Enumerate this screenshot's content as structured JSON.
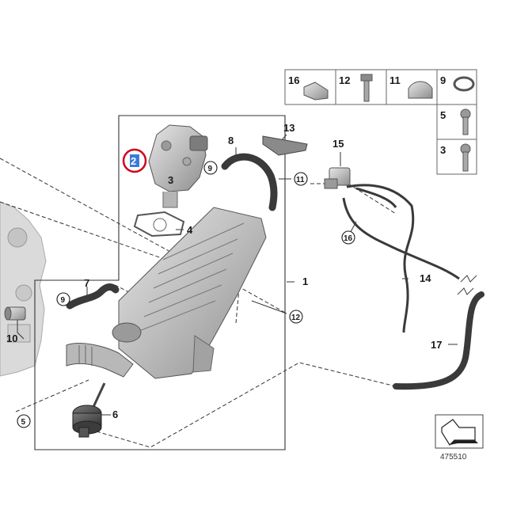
{
  "callouts": {
    "c1": "1",
    "c2": "2",
    "c3": "3",
    "c4": "4",
    "c6": "6",
    "c7": "7",
    "c8": "8",
    "c10": "10",
    "c13": "13",
    "c14": "14",
    "c15": "15",
    "c17": "17",
    "circ5": "5",
    "circ9a": "9",
    "circ9b": "9",
    "circ11": "11",
    "circ12": "12",
    "circ16": "16"
  },
  "parts_table": {
    "top": [
      "16",
      "12",
      "11",
      "9"
    ],
    "side": [
      "5",
      "3"
    ]
  },
  "diagram_number": "475510",
  "highlight_color": "#d0021b",
  "selection_color": "#3d7ad8",
  "icons": [
    "clamp-icon",
    "bolt-icon",
    "hose-clip-icon",
    "navigation-arrow-icon"
  ]
}
